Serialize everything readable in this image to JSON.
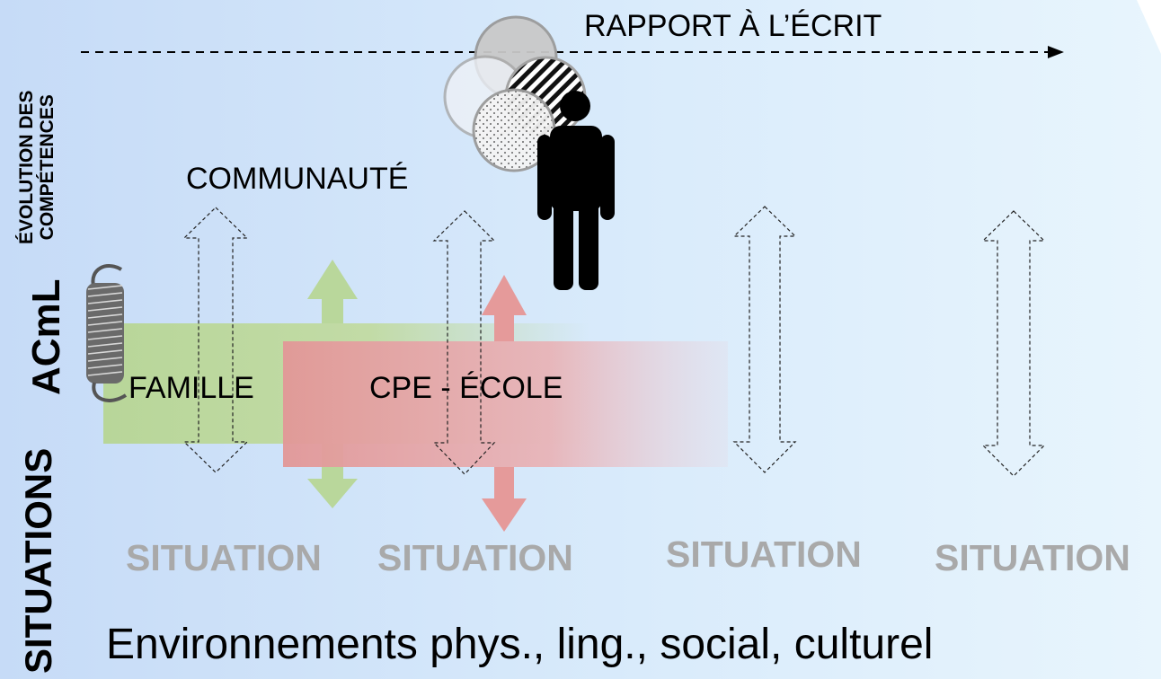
{
  "vertical_labels": {
    "evolution_line1": "ÉVOLUTION DES",
    "evolution_line2": "COMPÉTENCES",
    "acml": "ACmL",
    "situations": "SITUATIONS"
  },
  "rapport": "RAPPORT À L’ÉCRIT",
  "communaute": "COMMUNAUTÉ",
  "famille": "FAMILLE",
  "cpe_ecole": "CPE - ÉCOLE",
  "situation_labels": [
    "SITUATION",
    "SITUATION",
    "SITUATION",
    "SITUATION"
  ],
  "environnements": "Environnements phys., ling., social, culturel",
  "colors": {
    "background_left": "#c8dcf8",
    "background_right": "#e6f4fd",
    "famille_green": "#b9d79b",
    "ecole_red": "#e39a9a",
    "situation_gray": "#a9a9a9"
  }
}
